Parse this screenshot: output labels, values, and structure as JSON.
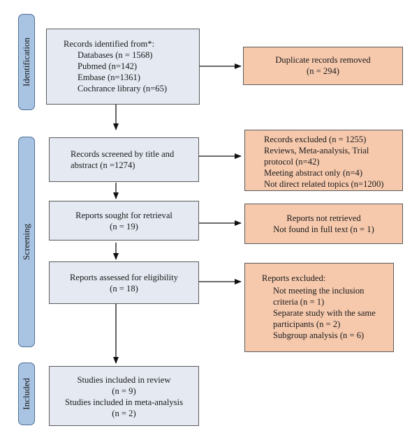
{
  "phases": {
    "identification": "Identification",
    "screening": "Screening",
    "included": "Included"
  },
  "identified": {
    "heading": "Records identified from*:",
    "sources": [
      "Databases (n = 1568)",
      "Pubmed (n=142)",
      "Embase (n=1361)",
      "Cochrance library (n=65)"
    ]
  },
  "duplicates": {
    "lines": [
      "Duplicate records removed",
      "(n = 294)"
    ]
  },
  "screened": {
    "lines": [
      "Records screened by title and",
      "abstract (n =1274)"
    ]
  },
  "excluded_screen": {
    "lines": [
      "Records excluded (n = 1255)",
      "Reviews, Meta-analysis, Trial",
      "protocol (n=42)",
      "Meeting abstract only (n=4)",
      "Not direct related topics (n=1200)"
    ]
  },
  "sought": {
    "lines": [
      "Reports sought for retrieval",
      "(n = 19)"
    ]
  },
  "not_retrieved": {
    "lines": [
      "Reports not retrieved",
      "Not found in full text (n = 1)"
    ]
  },
  "assessed": {
    "lines": [
      "Reports assessed for eligibility",
      "(n = 18)"
    ]
  },
  "excluded_reports": {
    "heading": "Reports excluded:",
    "lines": [
      "Not meeting the inclusion",
      "criteria (n = 1)",
      "Separate study with the same",
      "participants (n = 2)",
      "Subgroup analysis (n = 6)"
    ]
  },
  "included": {
    "lines": [
      "Studies included in review",
      "(n = 9)",
      "Studies included in meta-analysis",
      "(n = 2)"
    ]
  }
}
